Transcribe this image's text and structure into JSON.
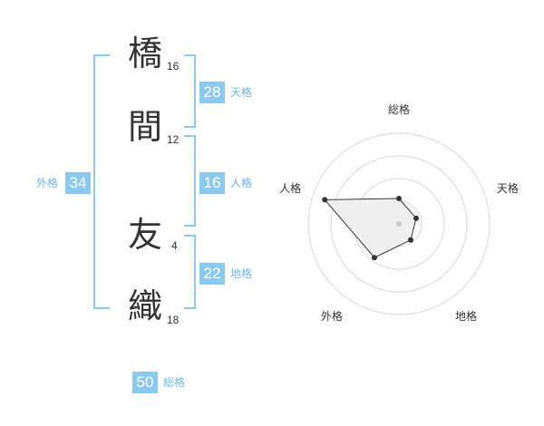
{
  "name": {
    "characters": [
      {
        "char": "橋",
        "strokes": "16"
      },
      {
        "char": "間",
        "strokes": "12"
      },
      {
        "char": "友",
        "strokes": "4"
      },
      {
        "char": "織",
        "strokes": "18"
      }
    ]
  },
  "fortune": {
    "tenkaku": {
      "value": "28",
      "label": "天格"
    },
    "jinkaku": {
      "value": "16",
      "label": "人格"
    },
    "chikaku": {
      "value": "22",
      "label": "地格"
    },
    "gaikaku": {
      "value": "34",
      "label": "外格"
    },
    "soukaku": {
      "value": "50",
      "label": "総格"
    }
  },
  "colors": {
    "accent": "#8cc9f0",
    "label": "#6cb8e6",
    "text": "#333333"
  },
  "chart_data": {
    "type": "radar",
    "axes": [
      "総格",
      "天格",
      "地格",
      "外格",
      "人格"
    ],
    "values": [
      1.4,
      1.0,
      1.1,
      2.3,
      4.3
    ],
    "rmax": 5,
    "rings": 4
  }
}
